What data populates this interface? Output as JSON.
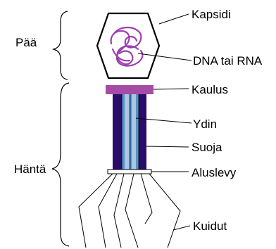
{
  "sections": {
    "head": "Pää",
    "tail": "Häntä"
  },
  "labels": {
    "capsid": "Kapsidi",
    "dna": "DNA tai RNA",
    "collar": "Kaulus",
    "core": "Ydin",
    "sheath": "Suoja",
    "baseplate": "Aluslevy",
    "fibers": "Kuidut"
  },
  "colors": {
    "capsid_outline": "#000000",
    "dna_strand": "#9b3fb0",
    "collar": "#a64ca6",
    "sheath": "#2a0c6b",
    "core_outer": "#5b8fc4",
    "core_inner": "#a9c8e6",
    "lines": "#000000",
    "baseplate": "#ffffff"
  }
}
